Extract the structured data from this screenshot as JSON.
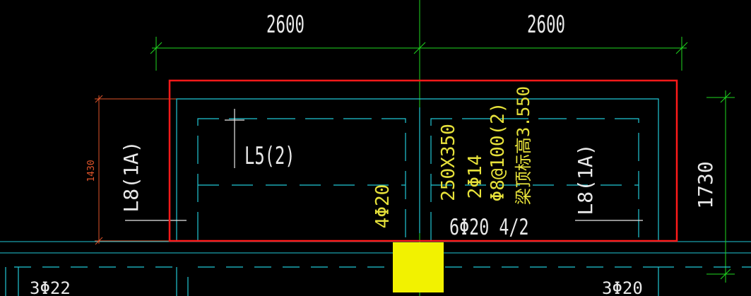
{
  "colors": {
    "background": "#000000",
    "dimension": "#1fd81f",
    "annotation": "#e6e13a",
    "white": "#e8e8e8",
    "beam": "#21c8d6",
    "highlight": "#ff1a1a",
    "column": "#f2f200",
    "vertical_dim": "#e0542a"
  },
  "dimensions": {
    "top_left": "2600",
    "top_right": "2600",
    "left_vertical": "1430",
    "right_vertical": "1730"
  },
  "labels": {
    "beam_left": "L8(1A)",
    "beam_right": "L8(1A)",
    "beam_center": "L5(2)",
    "rebar_vertical": "4Φ20",
    "beam_size": "250X350",
    "stirrup_top": "2Φ14",
    "stirrup": "Φ8@100(2)",
    "elevation": "梁顶标高3.550",
    "bottom_rebar": "6Φ20 4/2",
    "bottom_left": "3Φ22",
    "bottom_right": "3Φ20"
  },
  "icons": {
    "column_block": "yellow-column-icon",
    "highlight_box": "red-selection-icon"
  }
}
